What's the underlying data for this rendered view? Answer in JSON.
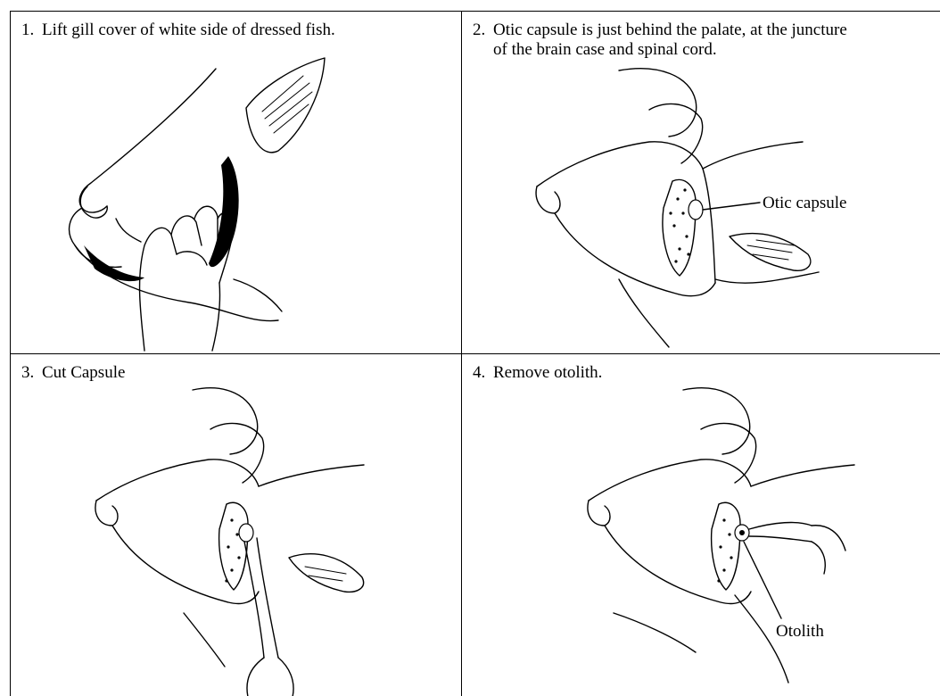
{
  "panels": [
    {
      "step": "1.",
      "caption": "Lift gill cover of white side of dressed fish."
    },
    {
      "step": "2.",
      "caption": "Otic capsule is just behind the palate, at the juncture",
      "caption_line2": "of the brain case and spinal cord.",
      "callout": "Otic capsule"
    },
    {
      "step": "3.",
      "caption": "Cut Capsule"
    },
    {
      "step": "4.",
      "caption": "Remove otolith.",
      "callout": "Otolith"
    }
  ]
}
